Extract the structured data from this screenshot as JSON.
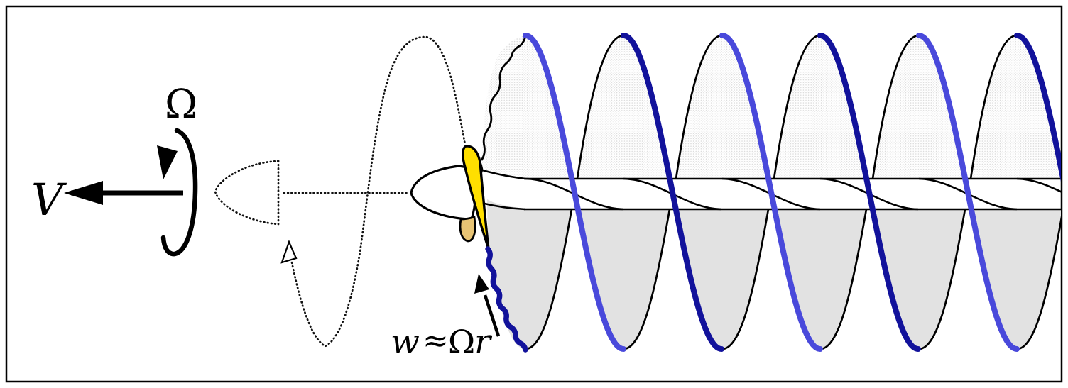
{
  "figure": {
    "title_meaning": "propeller-helical-wake-diagram",
    "labels": {
      "velocity": "V",
      "rotation_rate": "Ω",
      "tip_speed_w": "w",
      "tip_speed_approx": "≈",
      "tip_speed_omega": "Ω",
      "tip_speed_r": "r"
    },
    "colors": {
      "helix_front_light": "#4949db",
      "helix_front_dark": "#12129b",
      "near_blade_fill": "#ffdf00",
      "far_blade_fill": "#e8c474",
      "wake_sheet_lower": "#e2e2e2",
      "sheet_stipple_dot": "#d9d9d9",
      "line": "#000000"
    }
  }
}
